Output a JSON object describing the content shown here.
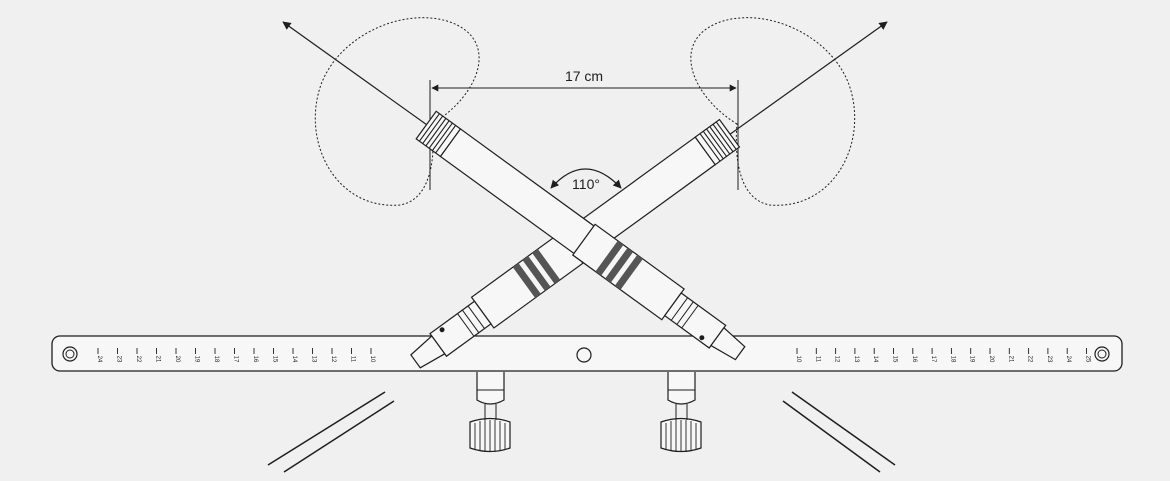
{
  "diagram": {
    "spacing_label": "17 cm",
    "angle_label": "110°",
    "ruler_left_numbers": [
      "24",
      "23",
      "22",
      "21",
      "20",
      "19",
      "18",
      "17",
      "16",
      "15",
      "14",
      "13",
      "12",
      "11",
      "10"
    ],
    "ruler_right_numbers": [
      "10",
      "11",
      "12",
      "13",
      "14",
      "15",
      "16",
      "17",
      "18",
      "19",
      "20",
      "21",
      "22",
      "23",
      "24",
      "25"
    ],
    "colors": {
      "background": "#f0f0f0",
      "line": "#1e1e1e",
      "body_fill": "#f7f7f7",
      "band_fill": "#555555"
    }
  }
}
